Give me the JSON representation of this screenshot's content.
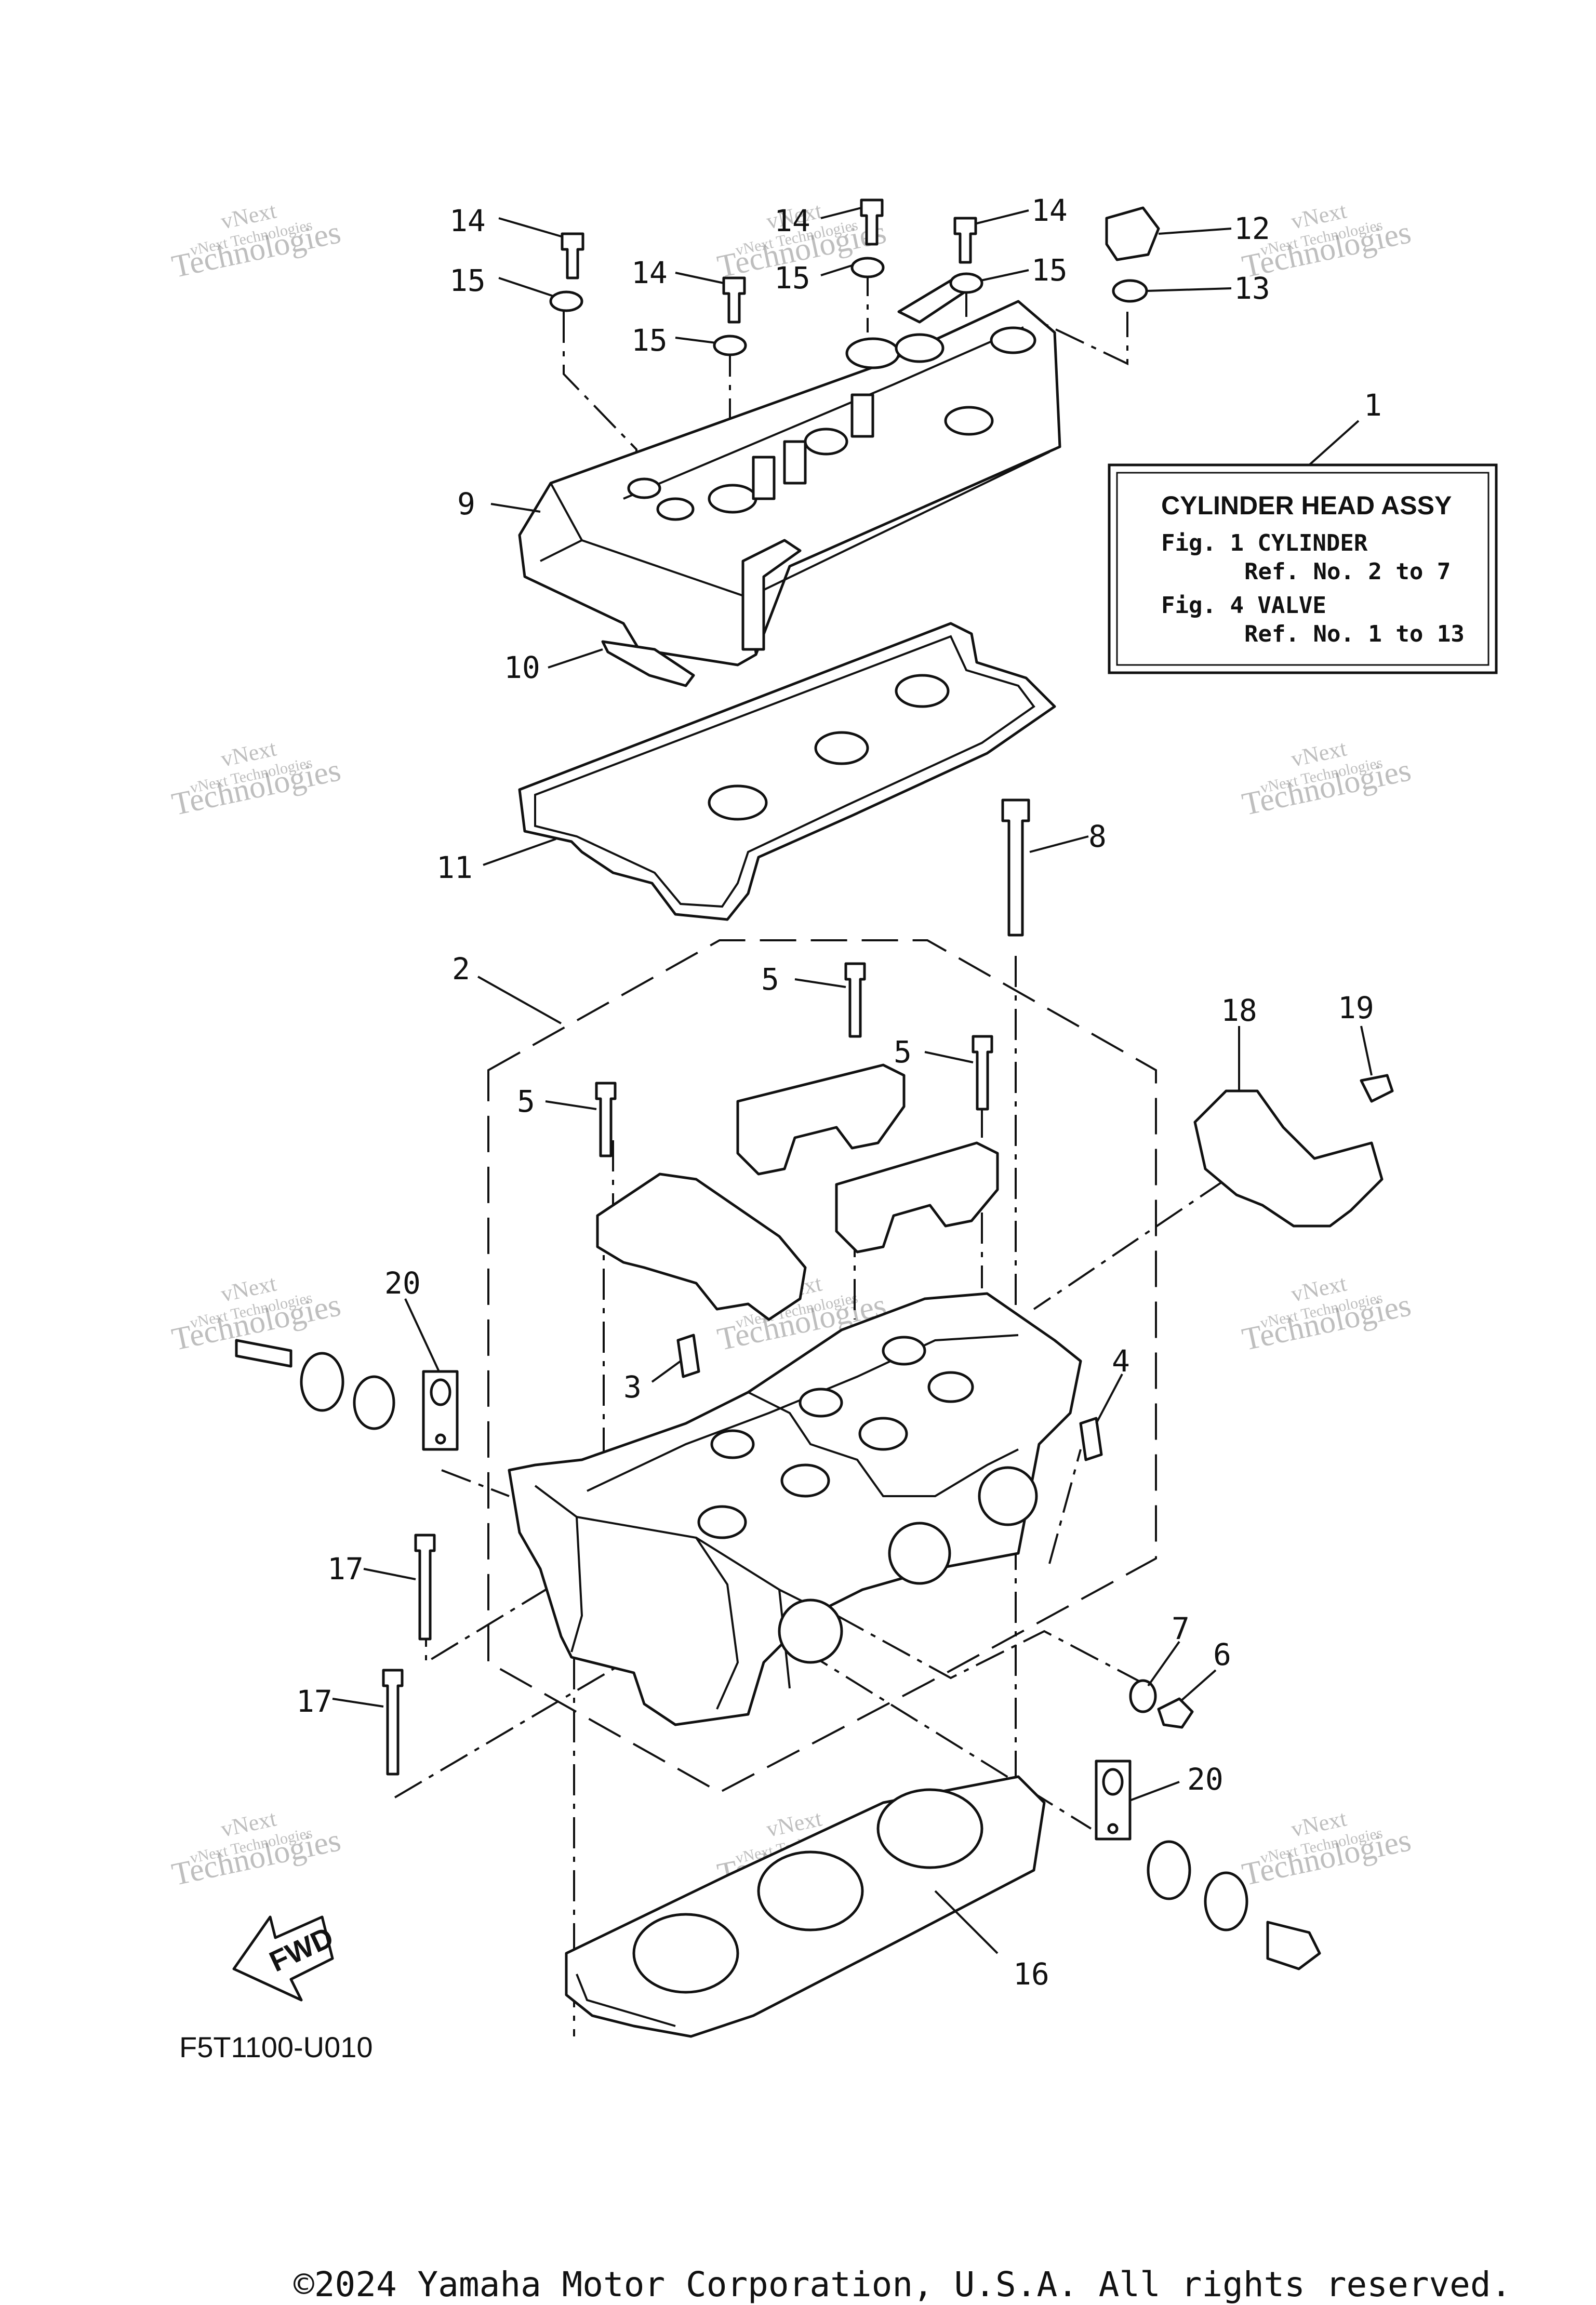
{
  "callouts": [
    {
      "id": "14a",
      "label": "14"
    },
    {
      "id": "14b",
      "label": "14"
    },
    {
      "id": "14c",
      "label": "14"
    },
    {
      "id": "14d",
      "label": "14"
    },
    {
      "id": "15a",
      "label": "15"
    },
    {
      "id": "15b",
      "label": "15"
    },
    {
      "id": "15c",
      "label": "15"
    },
    {
      "id": "15d",
      "label": "15"
    },
    {
      "id": "12",
      "label": "12"
    },
    {
      "id": "13",
      "label": "13"
    },
    {
      "id": "1",
      "label": "1"
    },
    {
      "id": "9",
      "label": "9"
    },
    {
      "id": "10",
      "label": "10"
    },
    {
      "id": "11",
      "label": "11"
    },
    {
      "id": "8",
      "label": "8"
    },
    {
      "id": "2",
      "label": "2"
    },
    {
      "id": "5a",
      "label": "5"
    },
    {
      "id": "5b",
      "label": "5"
    },
    {
      "id": "5c",
      "label": "5"
    },
    {
      "id": "18",
      "label": "18"
    },
    {
      "id": "19",
      "label": "19"
    },
    {
      "id": "20a",
      "label": "20"
    },
    {
      "id": "3",
      "label": "3"
    },
    {
      "id": "4",
      "label": "4"
    },
    {
      "id": "17a",
      "label": "17"
    },
    {
      "id": "17b",
      "label": "17"
    },
    {
      "id": "7",
      "label": "7"
    },
    {
      "id": "6",
      "label": "6"
    },
    {
      "id": "20b",
      "label": "20"
    },
    {
      "id": "16",
      "label": "16"
    }
  ],
  "info_box": {
    "title": "CYLINDER HEAD ASSY",
    "line1": "Fig. 1 CYLINDER",
    "line2": "Ref. No. 2 to 7",
    "line3": "Fig. 4 VALVE",
    "line4": "Ref. No. 1 to 13"
  },
  "fwd_label": "FWD",
  "figure_code": "F5T1100-U010",
  "watermark": {
    "line1": "vNext",
    "line2": "Technologies",
    "line3": "vNext Technologies"
  },
  "copyright": "©2024 Yamaha Motor Corporation, U.S.A. All rights reserved."
}
